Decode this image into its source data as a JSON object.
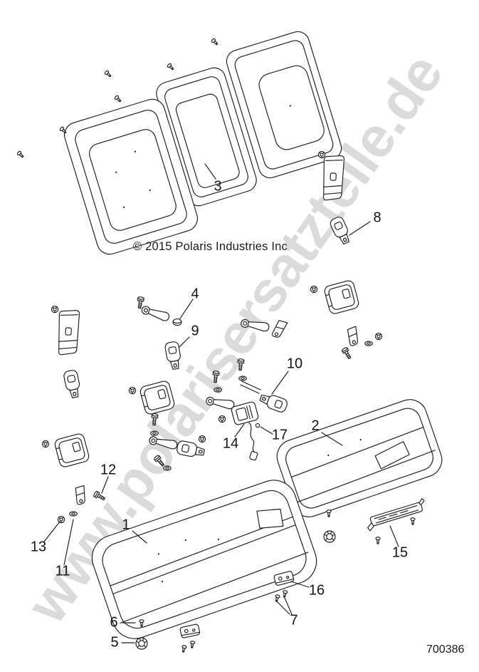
{
  "watermark": {
    "text": "www.polarisersatzteile.de",
    "color": "#dbdbdb"
  },
  "footer": {
    "copyright": "© 2015 Polaris Industries Inc",
    "figure_number": "700386"
  },
  "diagram": {
    "title_parts": [
      "seat-back-assembly",
      "seat-cushion-left",
      "seat-cushion-right",
      "belt-retractors",
      "buckles",
      "mounting-hardware"
    ],
    "line_color": "#1c1c1c"
  },
  "callouts": [
    {
      "label": "1"
    },
    {
      "label": "2"
    },
    {
      "label": "3"
    },
    {
      "label": "4"
    },
    {
      "label": "5"
    },
    {
      "label": "6"
    },
    {
      "label": "7"
    },
    {
      "label": "8"
    },
    {
      "label": "9"
    },
    {
      "label": "10"
    },
    {
      "label": "11"
    },
    {
      "label": "12"
    },
    {
      "label": "13"
    },
    {
      "label": "14"
    },
    {
      "label": "15"
    },
    {
      "label": "16"
    },
    {
      "label": "17"
    }
  ]
}
